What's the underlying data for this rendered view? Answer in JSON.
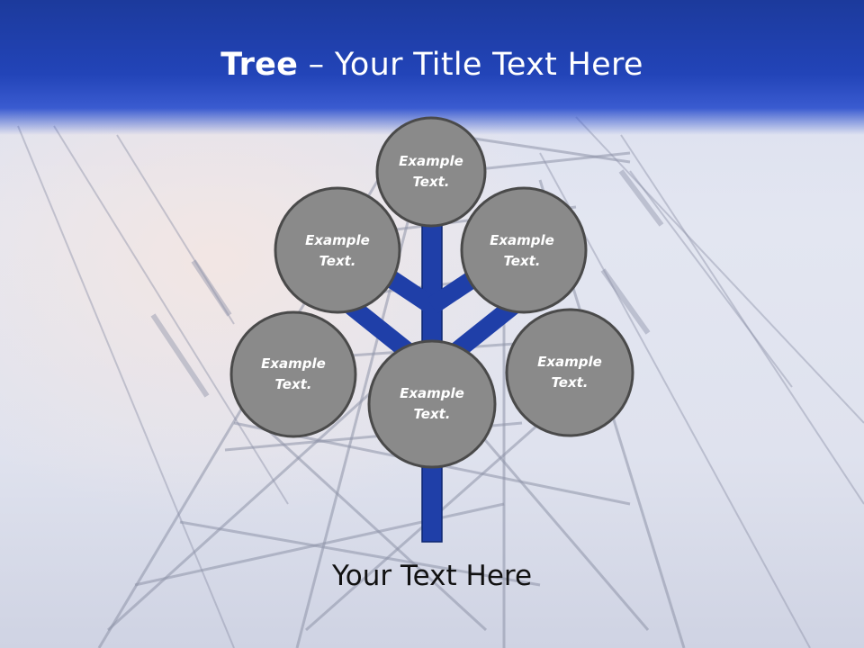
{
  "title": {
    "bold": "Tree",
    "rest": " – Your Title Text Here"
  },
  "nodes": [
    {
      "id": "top",
      "line1": "Example",
      "line2": "Text."
    },
    {
      "id": "upper-left",
      "line1": "Example",
      "line2": "Text."
    },
    {
      "id": "upper-right",
      "line1": "Example",
      "line2": "Text."
    },
    {
      "id": "middle-left",
      "line1": "Example",
      "line2": "Text."
    },
    {
      "id": "middle-right",
      "line1": "Example",
      "line2": "Text."
    },
    {
      "id": "center",
      "line1": "Example",
      "line2": "Text."
    }
  ],
  "footer": "Your Text Here",
  "colors": {
    "title_bar": "#1f3fae",
    "trunk": "#1f3fa8",
    "node_fill": "#8a8a8a",
    "node_stroke": "#4a4a4a"
  }
}
